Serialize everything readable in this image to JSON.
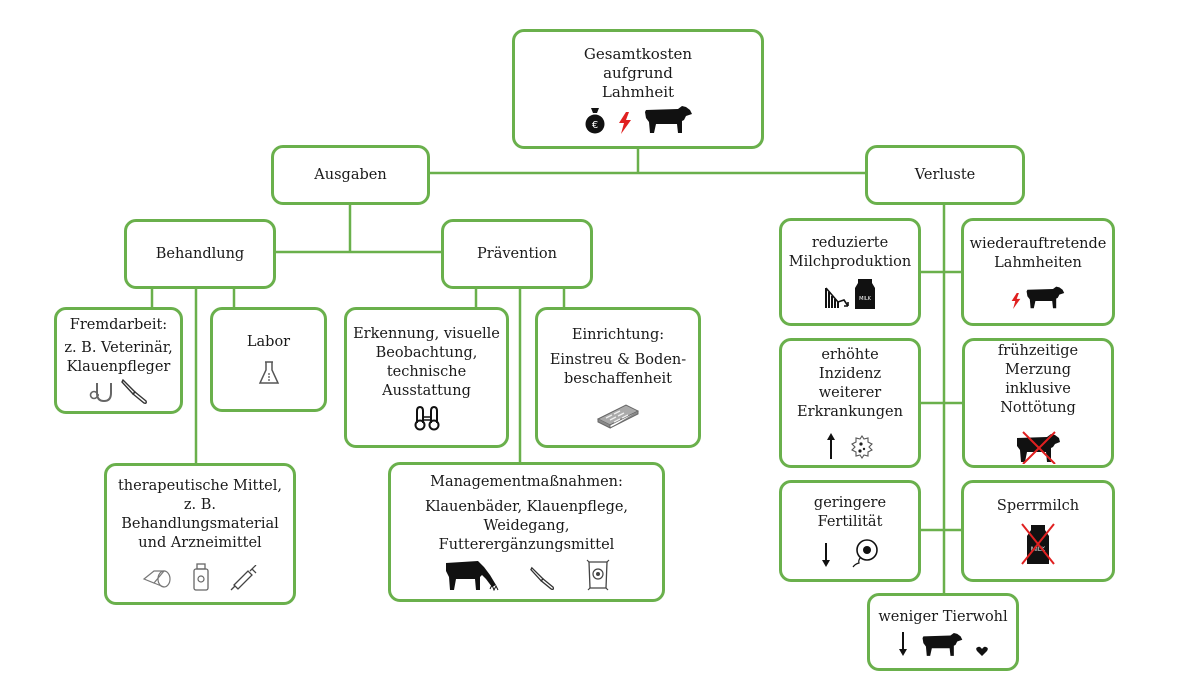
{
  "colors": {
    "accent": "#6ab04c",
    "warning": "#e02020",
    "icon": "#111111",
    "icon_outline": "#555555"
  },
  "root": {
    "label": "Gesamtkosten\naufgrund\nLahmheit",
    "icons": [
      "money-bag-euro-icon",
      "lightning-icon",
      "cow-icon"
    ]
  },
  "ausgaben": {
    "label": "Ausgaben",
    "behandlung": {
      "label": "Behandlung",
      "children": [
        {
          "title": "Fremdarbeit:",
          "text": "z. B. Veterinär,\nKlauenpfleger",
          "icons": [
            "stethoscope-icon",
            "hoof-knife-icon"
          ]
        },
        {
          "title": "Labor",
          "text": "",
          "icons": [
            "lab-flask-icon"
          ]
        },
        {
          "title": "therapeutische Mittel,\nz. B.\nBehandlungsmaterial\nund Arzneimittel",
          "text": "",
          "icons": [
            "bandage-roll-icon",
            "medicine-bottle-icon",
            "syringe-icon"
          ]
        }
      ]
    },
    "praevention": {
      "label": "Prävention",
      "children": [
        {
          "title": "Erkennung, visuelle\nBeobachtung,\ntechnische\nAusstattung",
          "text": "",
          "icons": [
            "binoculars-icon"
          ]
        },
        {
          "title": "Einrichtung:",
          "text": "Einstreu & Boden-\nbeschaffenheit",
          "icons": [
            "floor-slat-icon"
          ]
        },
        {
          "title": "Managementmaßnahmen:",
          "text": "Klauenbäder, Klauenpflege,\nWeidegang,\nFutterergänzungsmittel",
          "icons": [
            "grazing-cow-icon",
            "hoof-knife-icon",
            "feed-bag-icon"
          ]
        }
      ]
    }
  },
  "verluste": {
    "label": "Verluste",
    "children": [
      {
        "title": "reduzierte\nMilchproduktion",
        "icons": [
          "declining-chart-icon",
          "milk-carton-icon"
        ]
      },
      {
        "title": "wiederauftretende\nLahmheiten",
        "icons": [
          "lightning-icon",
          "cow-icon"
        ]
      },
      {
        "title": "erhöhte Inzidenz\nweiterer\nErkrankungen",
        "icons": [
          "arrow-up-icon",
          "germ-icon"
        ]
      },
      {
        "title": "frühzeitige\nMerzung inklusive\nNottötung",
        "icons": [
          "cow-crossed-icon"
        ]
      },
      {
        "title": "geringere\nFertilität",
        "icons": [
          "arrow-down-icon",
          "sperm-egg-icon"
        ]
      },
      {
        "title": "Sperrmilch",
        "icons": [
          "milk-carton-crossed-icon"
        ]
      },
      {
        "title": "weniger Tierwohl",
        "icons": [
          "arrow-down-icon",
          "cow-icon",
          "heart-icon"
        ]
      }
    ]
  }
}
